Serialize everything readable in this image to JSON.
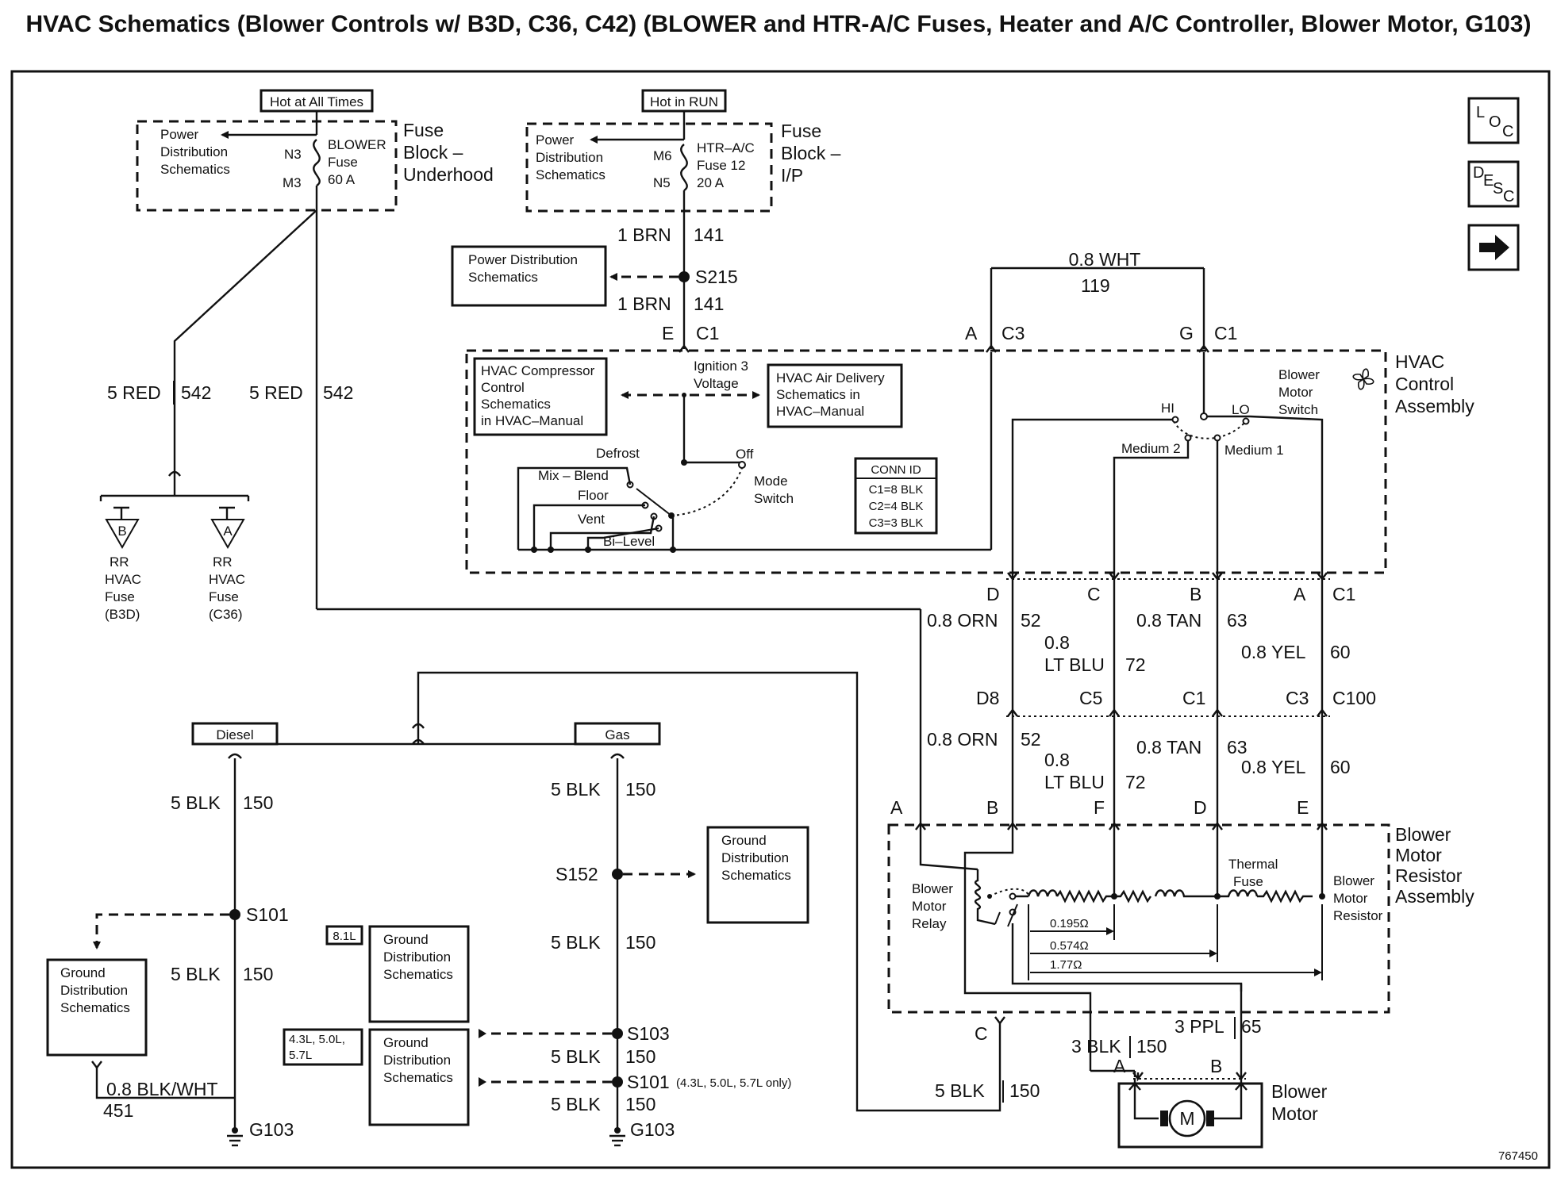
{
  "title": "HVAC Schematics (Blower Controls w/ B3D, C36, C42) (BLOWER and HTR-A/C Fuses, Heater and A/C Controller, Blower Motor, G103)",
  "nav": {
    "loc": "LOC",
    "desc": "DESC",
    "next": "→"
  },
  "fuse_underhood": {
    "hot_label": "Hot at All Times",
    "pd_line1": "Power",
    "pd_line2": "Distribution",
    "pd_line3": "Schematics",
    "pin_in": "N3",
    "pin_out": "M3",
    "fuse_l1": "BLOWER",
    "fuse_l2": "Fuse",
    "fuse_l3": "60 A",
    "block_l1": "Fuse",
    "block_l2": "Block –",
    "block_l3": "Underhood"
  },
  "fuse_ip": {
    "hot_label": "Hot in RUN",
    "pd_line1": "Power",
    "pd_line2": "Distribution",
    "pd_line3": "Schematics",
    "pin_in": "M6",
    "pin_out": "N5",
    "fuse_l1": "HTR–A/C",
    "fuse_l2": "Fuse 12",
    "fuse_l3": "20 A",
    "block_l1": "Fuse",
    "block_l2": "Block –",
    "block_l3": "I/P"
  },
  "ign_feed": {
    "wire_top_color": "1 BRN",
    "wire_top_circuit": "141",
    "splice": "S215",
    "pd_box_l1": "Power Distribution",
    "pd_box_l2": "Schematics",
    "wire_bot_color": "1 BRN",
    "wire_bot_circuit": "141",
    "pin": "E",
    "conn": "C1"
  },
  "red_feed": {
    "left_color": "5 RED",
    "left_circuit": "542",
    "right_color": "5 RED",
    "right_circuit": "542",
    "fuse_b_letter": "B",
    "fuse_a_letter": "A",
    "fuse_b_l1": "RR",
    "fuse_b_l2": "HVAC",
    "fuse_b_l3": "Fuse",
    "fuse_b_l4": "(B3D)",
    "fuse_a_l1": "RR",
    "fuse_a_l2": "HVAC",
    "fuse_a_l3": "Fuse",
    "fuse_a_l4": "(C36)"
  },
  "wht_feed": {
    "color": "0.8 WHT",
    "circuit": "119",
    "left_pin": "A",
    "left_conn": "C3",
    "right_pin": "G",
    "right_conn": "C1"
  },
  "hvac_control": {
    "name_l1": "HVAC",
    "name_l2": "Control",
    "name_l3": "Assembly",
    "compressor_l1": "HVAC Compressor",
    "compressor_l2": "Control",
    "compressor_l3": "Schematics",
    "compressor_l4": "in HVAC–Manual",
    "ign_l1": "Ignition 3",
    "ign_l2": "Voltage",
    "air_l1": "HVAC Air Delivery",
    "air_l2": "Schematics in",
    "air_l3": "HVAC–Manual",
    "mode_defrost": "Defrost",
    "mode_off": "Off",
    "mode_mix": "Mix – Blend",
    "mode_floor": "Floor",
    "mode_vent": "Vent",
    "mode_bilevel": "Bi–Level",
    "mode_switch_l1": "Mode",
    "mode_switch_l2": "Switch",
    "conn_id_title": "CONN ID",
    "conn_id_c1": "C1=8 BLK",
    "conn_id_c2": "C2=4 BLK",
    "conn_id_c3": "C3=3 BLK",
    "blower_sw_l1": "Blower",
    "blower_sw_l2": "Motor",
    "blower_sw_l3": "Switch",
    "hi": "HI",
    "lo": "LO",
    "med2": "Medium 2",
    "med1": "Medium 1"
  },
  "speed_wires": {
    "pin_d": "D",
    "pin_c": "C",
    "pin_b": "B",
    "pin_a": "A",
    "conn_c1": "C1",
    "orn_color": "0.8 ORN",
    "orn_circuit": "52",
    "ltblu_color_l1": "0.8",
    "ltblu_color_l2": "LT BLU",
    "ltblu_circuit": "72",
    "tan_color": "0.8 TAN",
    "tan_circuit": "63",
    "yel_color": "0.8 YEL",
    "yel_circuit": "60",
    "c100_d": "D8",
    "c100_c": "C5",
    "c100_b": "C1",
    "c100_a": "C3",
    "c100": "C100",
    "orn2_color": "0.8 ORN",
    "orn2_circuit": "52",
    "ltblu2_color_l1": "0.8",
    "ltblu2_color_l2": "LT BLU",
    "ltblu2_circuit": "72",
    "tan2_color": "0.8 TAN",
    "tan2_circuit": "63",
    "yel2_color": "0.8 YEL",
    "yel2_circuit": "60"
  },
  "resistor_assy": {
    "pin_a": "A",
    "pin_b": "B",
    "pin_f": "F",
    "pin_d": "D",
    "pin_e": "E",
    "pin_c": "C",
    "name_l1": "Blower",
    "name_l2": "Motor",
    "name_l3": "Resistor",
    "name_l4": "Assembly",
    "relay_l1": "Blower",
    "relay_l2": "Motor",
    "relay_l3": "Relay",
    "thermal_l1": "Thermal",
    "thermal_l2": "Fuse",
    "resistor_l1": "Blower",
    "resistor_l2": "Motor",
    "resistor_l3": "Resistor",
    "r1": "0.195Ω",
    "r2": "0.574Ω",
    "r3": "1.77Ω"
  },
  "blower_motor": {
    "ppl_color": "3 PPL",
    "ppl_circuit": "65",
    "blk_color": "3 BLK",
    "blk_circuit": "150",
    "pin_a": "A",
    "pin_b": "B",
    "motor_symbol": "M",
    "name_l1": "Blower",
    "name_l2": "Motor",
    "gnd_color": "5 BLK",
    "gnd_circuit": "150"
  },
  "ground": {
    "diesel": "Diesel",
    "gas": "Gas",
    "d_w1_color": "5 BLK",
    "d_w1_circuit": "150",
    "d_splice": "S101",
    "d_w2_color": "5 BLK",
    "d_w2_circuit": "150",
    "d_gd_l1": "Ground",
    "d_gd_l2": "Distribution",
    "d_gd_l3": "Schematics",
    "d_wht_color": "0.8 BLK/WHT",
    "d_wht_circuit": "451",
    "d_g103": "G103",
    "g_w1_color": "5 BLK",
    "g_w1_circuit": "150",
    "g_s152": "S152",
    "g_gd1_l1": "Ground",
    "g_gd1_l2": "Distribution",
    "g_gd1_l3": "Schematics",
    "g_w2_color": "5 BLK",
    "g_w2_circuit": "150",
    "eng_81": "8.1L",
    "g_gd2_l1": "Ground",
    "g_gd2_l2": "Distribution",
    "g_gd2_l3": "Schematics",
    "eng_43_l1": "4.3L, 5.0L,",
    "eng_43_l2": "5.7L",
    "g_gd3_l1": "Ground",
    "g_gd3_l2": "Distribution",
    "g_gd3_l3": "Schematics",
    "g_s103": "S103",
    "g_w3_color": "5 BLK",
    "g_w3_circuit": "150",
    "g_s101": "S101",
    "g_s101_note": "(4.3L, 5.0L, 5.7L only)",
    "g_w4_color": "5 BLK",
    "g_w4_circuit": "150",
    "g_g103": "G103"
  },
  "figure_id": "767450"
}
